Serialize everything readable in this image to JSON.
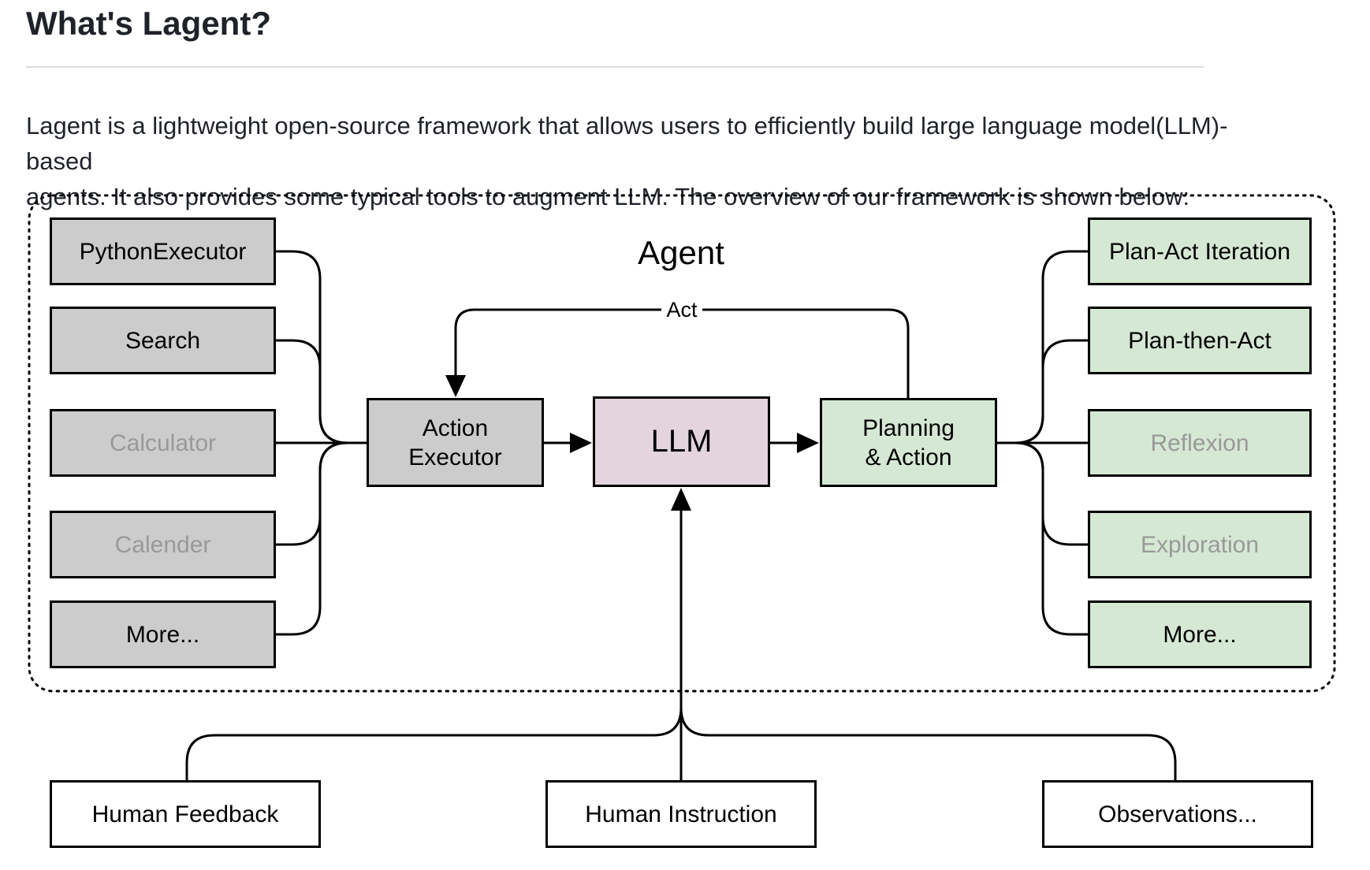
{
  "page": {
    "title": "What's Lagent?",
    "intro_line1": "Lagent is a lightweight open-source framework that allows users to efficiently build large language model(LLM)-based",
    "intro_line2": "agents. It also provides some typical tools to augment LLM. The overview of our framework is shown below:"
  },
  "diagram": {
    "container_label": "Agent",
    "loop_label": "Act",
    "tools": [
      {
        "label": "PythonExecutor",
        "muted": false
      },
      {
        "label": "Search",
        "muted": false
      },
      {
        "label": "Calculator",
        "muted": true
      },
      {
        "label": "Calender",
        "muted": true
      },
      {
        "label": "More...",
        "muted": false
      }
    ],
    "pipeline": {
      "action_executor": {
        "line1": "Action",
        "line2": "Executor"
      },
      "llm": {
        "label": "LLM"
      },
      "planning": {
        "line1": "Planning",
        "line2": "& Action"
      }
    },
    "strategies": [
      {
        "label": "Plan-Act Iteration",
        "muted": false
      },
      {
        "label": "Plan-then-Act",
        "muted": false
      },
      {
        "label": "Reflexion",
        "muted": true
      },
      {
        "label": "Exploration",
        "muted": true
      },
      {
        "label": "More...",
        "muted": false
      }
    ],
    "inputs": [
      {
        "label": "Human Feedback"
      },
      {
        "label": "Human Instruction"
      },
      {
        "label": "Observations..."
      }
    ],
    "colors": {
      "tool_fill": "#cccccc",
      "llm_fill": "#e3d4de",
      "strategy_fill": "#d5e8d4",
      "input_fill": "#ffffff",
      "muted_text": "#999999",
      "line": "#000000"
    }
  }
}
